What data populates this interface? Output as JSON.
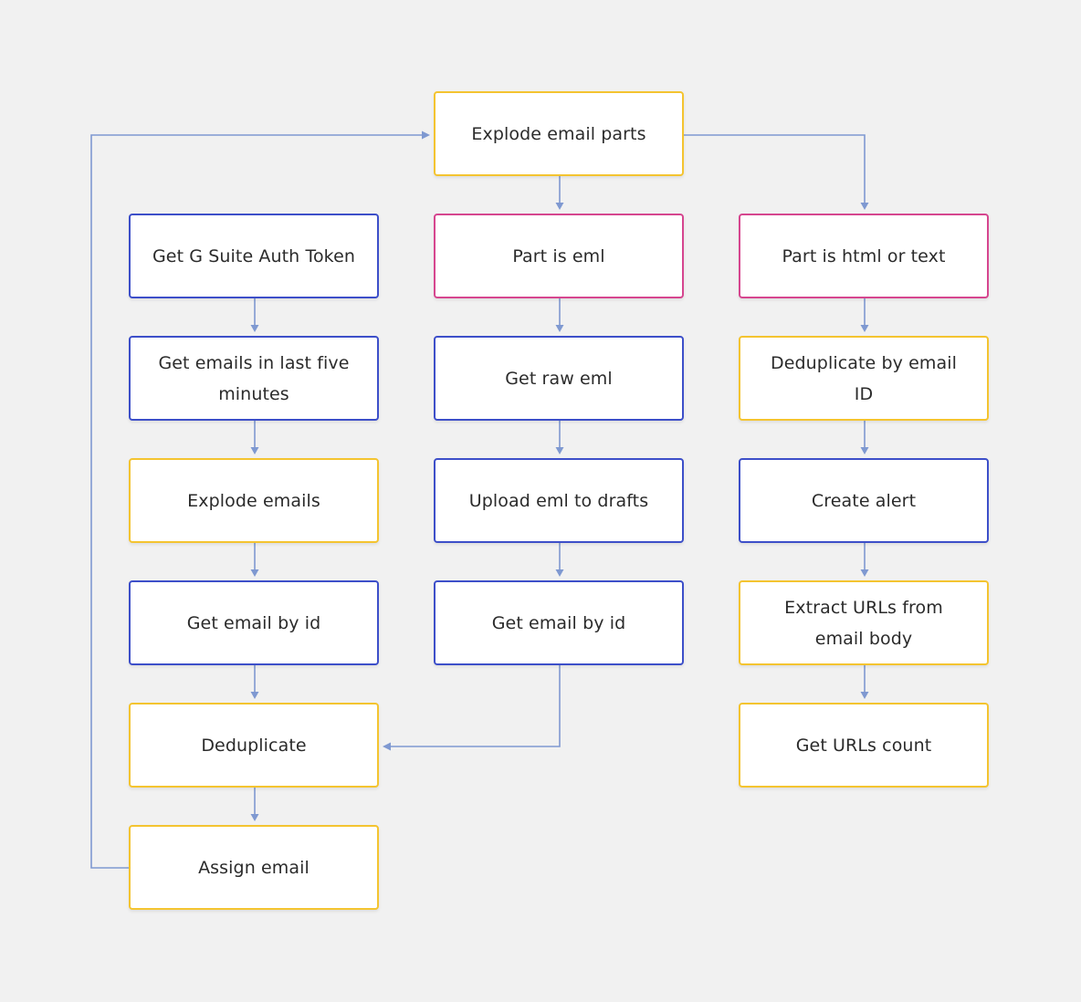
{
  "colors": {
    "background": "#f1f1f1",
    "action_border": "#3d4fc9",
    "transform_border": "#f4c430",
    "condition_border": "#d6468f",
    "connector": "#7f99d1"
  },
  "nodes": {
    "explode_email_parts": {
      "label": "Explode email parts",
      "kind": "transform"
    },
    "get_gsuite_auth_token": {
      "label": "Get G Suite Auth Token",
      "kind": "action"
    },
    "get_emails_last_five_minutes": {
      "label": "Get emails in last five minutes",
      "kind": "action"
    },
    "explode_emails": {
      "label": "Explode emails",
      "kind": "transform"
    },
    "get_email_by_id_left": {
      "label": "Get email by id",
      "kind": "action"
    },
    "deduplicate": {
      "label": "Deduplicate",
      "kind": "transform"
    },
    "assign_email": {
      "label": "Assign email",
      "kind": "transform"
    },
    "part_is_eml": {
      "label": "Part is eml",
      "kind": "condition"
    },
    "get_raw_eml": {
      "label": "Get raw eml",
      "kind": "action"
    },
    "upload_eml_to_drafts": {
      "label": "Upload eml to drafts",
      "kind": "action"
    },
    "get_email_by_id_middle": {
      "label": "Get email by id",
      "kind": "action"
    },
    "part_is_html_or_text": {
      "label": "Part is html or text",
      "kind": "condition"
    },
    "deduplicate_by_email_id": {
      "label": "Deduplicate by email ID",
      "kind": "transform"
    },
    "create_alert": {
      "label": "Create alert",
      "kind": "action"
    },
    "extract_urls_from_email_body": {
      "label": "Extract URLs from email body",
      "kind": "transform"
    },
    "get_urls_count": {
      "label": "Get URLs count",
      "kind": "transform"
    }
  },
  "edges": [
    {
      "from": "get_gsuite_auth_token",
      "to": "get_emails_last_five_minutes"
    },
    {
      "from": "get_emails_last_five_minutes",
      "to": "explode_emails"
    },
    {
      "from": "explode_emails",
      "to": "get_email_by_id_left"
    },
    {
      "from": "get_email_by_id_left",
      "to": "deduplicate"
    },
    {
      "from": "deduplicate",
      "to": "assign_email"
    },
    {
      "from": "assign_email",
      "to": "explode_email_parts"
    },
    {
      "from": "explode_email_parts",
      "to": "part_is_eml"
    },
    {
      "from": "explode_email_parts",
      "to": "part_is_html_or_text"
    },
    {
      "from": "part_is_eml",
      "to": "get_raw_eml"
    },
    {
      "from": "get_raw_eml",
      "to": "upload_eml_to_drafts"
    },
    {
      "from": "upload_eml_to_drafts",
      "to": "get_email_by_id_middle"
    },
    {
      "from": "get_email_by_id_middle",
      "to": "deduplicate"
    },
    {
      "from": "part_is_html_or_text",
      "to": "deduplicate_by_email_id"
    },
    {
      "from": "deduplicate_by_email_id",
      "to": "create_alert"
    },
    {
      "from": "create_alert",
      "to": "extract_urls_from_email_body"
    },
    {
      "from": "extract_urls_from_email_body",
      "to": "get_urls_count"
    }
  ]
}
